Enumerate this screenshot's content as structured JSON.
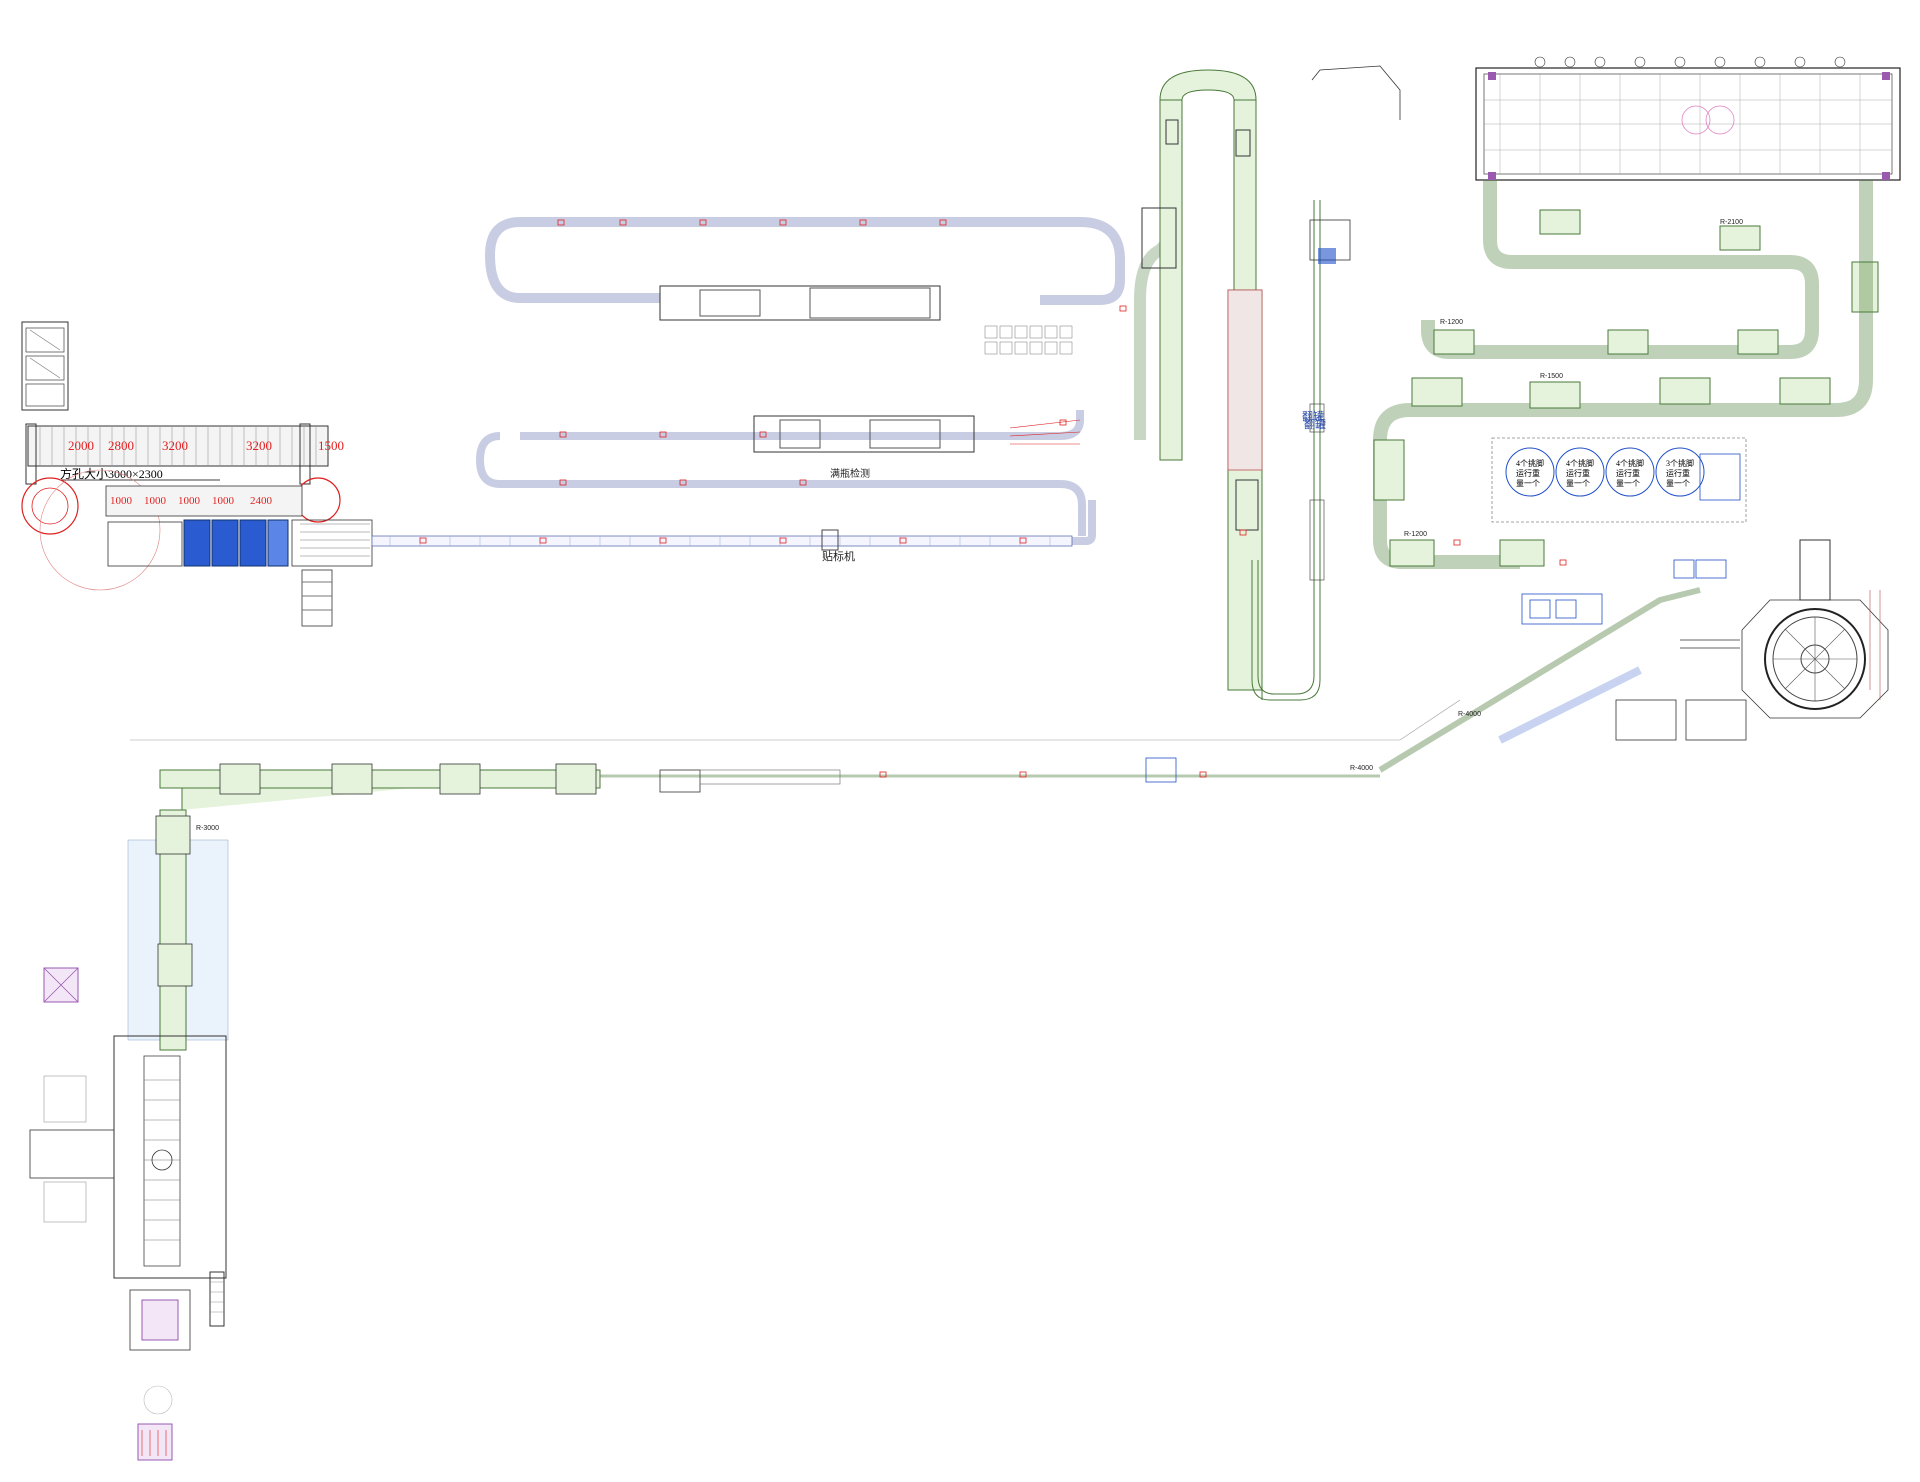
{
  "colors": {
    "conveyor_fill": "#e6f3dc",
    "conveyor_stroke": "#4a7a3a",
    "outline": "#333333",
    "red": "#e02020",
    "blue": "#2050c8",
    "purple": "#9a5ab0",
    "pink": "#f0a0d8",
    "grey": "#8a8a8a"
  },
  "labels": {
    "hole_size": "方孔大小3000×2300",
    "dim_2000": "2000",
    "dim_2800": "2800",
    "dim_3200_a": "3200",
    "dim_3200_b": "3200",
    "dim_1500": "1500",
    "dim_1000_a": "1000",
    "dim_1000_b": "1000",
    "dim_1000_c": "1000",
    "dim_1000_d": "1000",
    "dim_2400": "2400",
    "full_bottle_inspection": "满瓶检测",
    "labeler": "贴标机",
    "flip_a": "翻罐",
    "flip_b": "翻罐",
    "stacker_text_1": "4个挑脚",
    "stacker_text_2": "运行重",
    "stacker_text_3": "量一个",
    "stacker_text_4": "4个挑脚",
    "stacker_text_5": "运行重",
    "stacker_text_6": "量一个",
    "stacker_text_7": "4个挑脚",
    "stacker_text_8": "运行重",
    "stacker_text_9": "量一个",
    "stacker_text_10": "3个挑脚",
    "stacker_text_11": "运行重",
    "stacker_text_12": "量一个",
    "radius_r3000": "R-3000",
    "radius_r4000": "R-4000",
    "radius_r4000b": "R-4000",
    "radius_r1200": "R-1200",
    "radius_r1500": "R-1500",
    "radius_r1200b": "R-1200",
    "radius_r2100": "R-2100"
  }
}
